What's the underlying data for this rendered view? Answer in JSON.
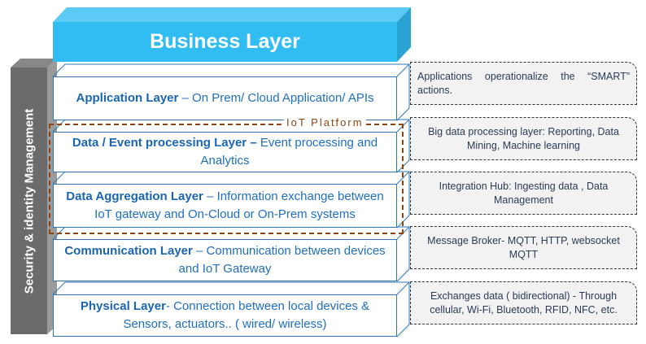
{
  "business_layer": {
    "label": "Business Layer",
    "color": "#31bdf2"
  },
  "security_bar": {
    "label": "Security & identity Management",
    "color": "#6b6b6b"
  },
  "iot_platform": {
    "label": "IoT Platform",
    "color": "#8b4513"
  },
  "layers": [
    {
      "title": "Application Layer",
      "separator": " – ",
      "detail": "On Prem/ Cloud Application/ APIs",
      "description": "Applications operationalize the “SMART” actions."
    },
    {
      "title": "Data / Event processing Layer –",
      "separator": " ",
      "detail": "Event processing and Analytics",
      "description": "Big data processing layer: Reporting,  Data Mining, Machine learning"
    },
    {
      "title": "Data Aggregation Layer",
      "separator": " – ",
      "detail": "Information exchange between IoT gateway and On-Cloud or On-Prem systems",
      "description": "Integration Hub: Ingesting data , Data Management"
    },
    {
      "title": "Communication Layer",
      "separator": " – ",
      "detail": "Communication between devices and IoT Gateway",
      "description": "Message Broker- MQTT, HTTP, websocket MQTT"
    },
    {
      "title": "Physical Layer",
      "separator": "- ",
      "detail": "Connection between local devices & Sensors, actuators.. ( wired/ wireless)",
      "description": "Exchanges data ( bidirectional) -  Through cellular,  Wi-Fi, Bluetooth, RFID, NFC, etc."
    }
  ],
  "colors": {
    "layer_border": "#2e75b6",
    "layer_text": "#1f6fbf",
    "desc_bg": "#f2f2f2"
  }
}
